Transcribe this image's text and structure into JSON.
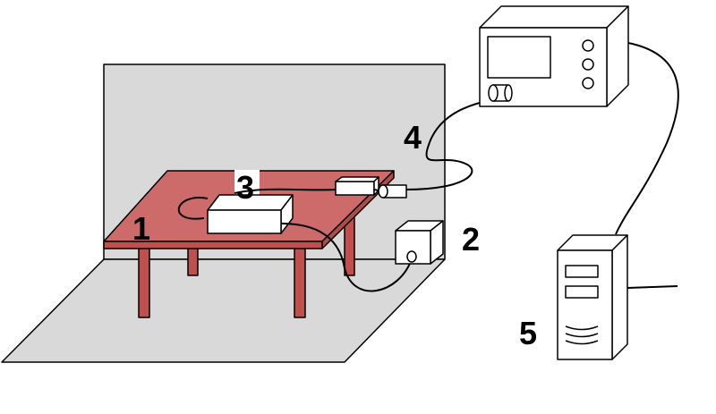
{
  "diagram": {
    "labels": {
      "table": "1",
      "small_box": "2",
      "device": "3",
      "connector": "4",
      "computer": "5"
    },
    "colors": {
      "wall": "#d9d9d9",
      "floor": "#d9d9d9",
      "table_top": "#cd6b6b",
      "table_legs": "#c0504d",
      "box": "#ffffff",
      "outline": "#000000"
    }
  }
}
